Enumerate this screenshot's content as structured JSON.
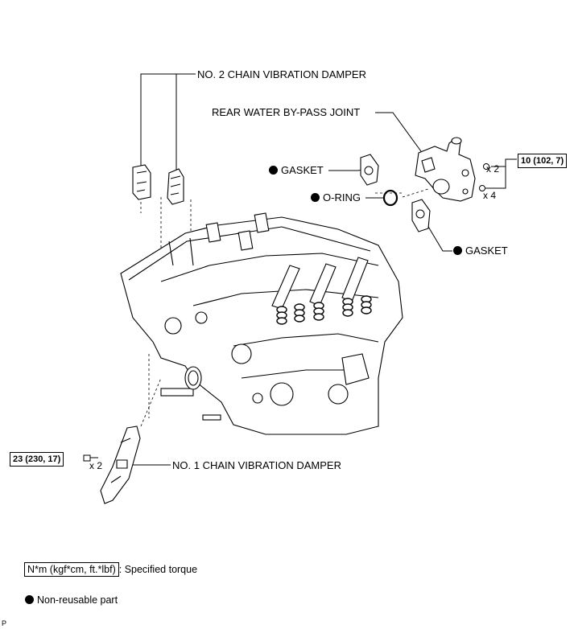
{
  "labels": {
    "no2_damper": "NO. 2 CHAIN VIBRATION DAMPER",
    "rear_joint": "REAR WATER BY-PASS JOINT",
    "gasket_top": "GASKET",
    "oring": "O-RING",
    "gasket_bottom": "GASKET",
    "no1_damper": "NO. 1 CHAIN VIBRATION DAMPER"
  },
  "torques": {
    "upper": "10 (102, 7)",
    "lower": "23 (230, 17)"
  },
  "quantities": {
    "upper_a": "x 2",
    "upper_b": "x 4",
    "lower": "x 2"
  },
  "legend": {
    "torque_box": "N*m (kgf*cm, ft.*lbf)",
    "torque_text": ": Specified torque",
    "nonreusable_text": "Non-reusable part"
  },
  "page_code": "P",
  "icons": {
    "nonreusable": "filled-circle-icon"
  }
}
